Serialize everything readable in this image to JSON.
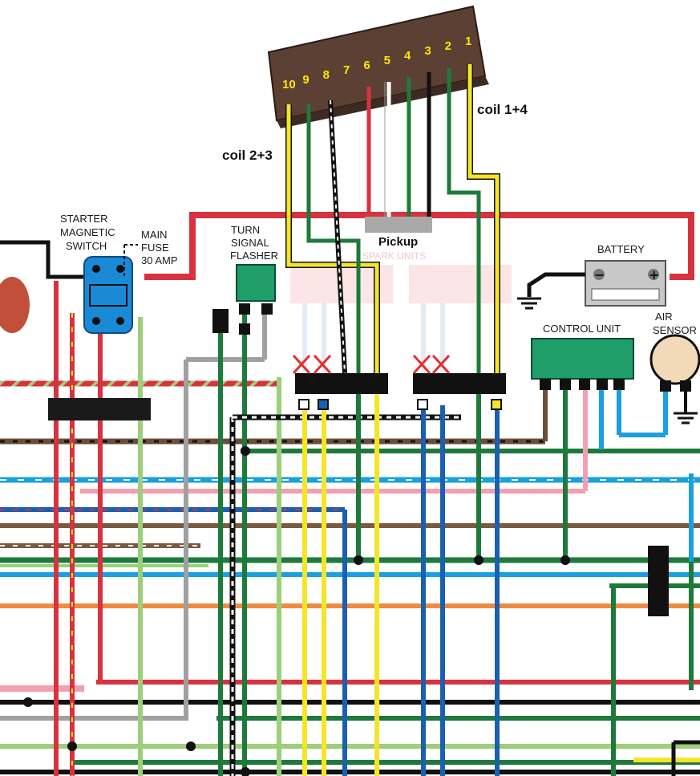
{
  "labels": {
    "starter": [
      "STARTER",
      "MAGNETIC",
      "SWITCH"
    ],
    "fuse": [
      "MAIN",
      "FUSE",
      "30 AMP"
    ],
    "flasher": [
      "TURN",
      "SIGNAL",
      "FLASHER"
    ],
    "battery": "BATTERY",
    "control_unit": "CONTROL UNIT",
    "air_sensor": [
      "AIR",
      "SENSOR"
    ],
    "coil_14": "coil 1+4",
    "coil_23": "coil 2+3",
    "pickup": "Pickup",
    "spark_units": "SPARK UNITS",
    "battery_minus": "−",
    "battery_plus": "+"
  },
  "connector_pins": [
    "10",
    "9",
    "8",
    "7",
    "6",
    "5",
    "4",
    "3",
    "2",
    "1"
  ],
  "colors": {
    "red": "#d7333f",
    "green": "#1e7a3a",
    "yellow": "#f5e52a",
    "blue": "#1b5fb0",
    "light_blue": "#1aa0e0",
    "pink": "#f2a0b0",
    "brown": "#7a5a40",
    "orange": "#f08a40",
    "grey": "#a0a0a0",
    "black": "#111111",
    "light_green": "#9ccf7a"
  }
}
